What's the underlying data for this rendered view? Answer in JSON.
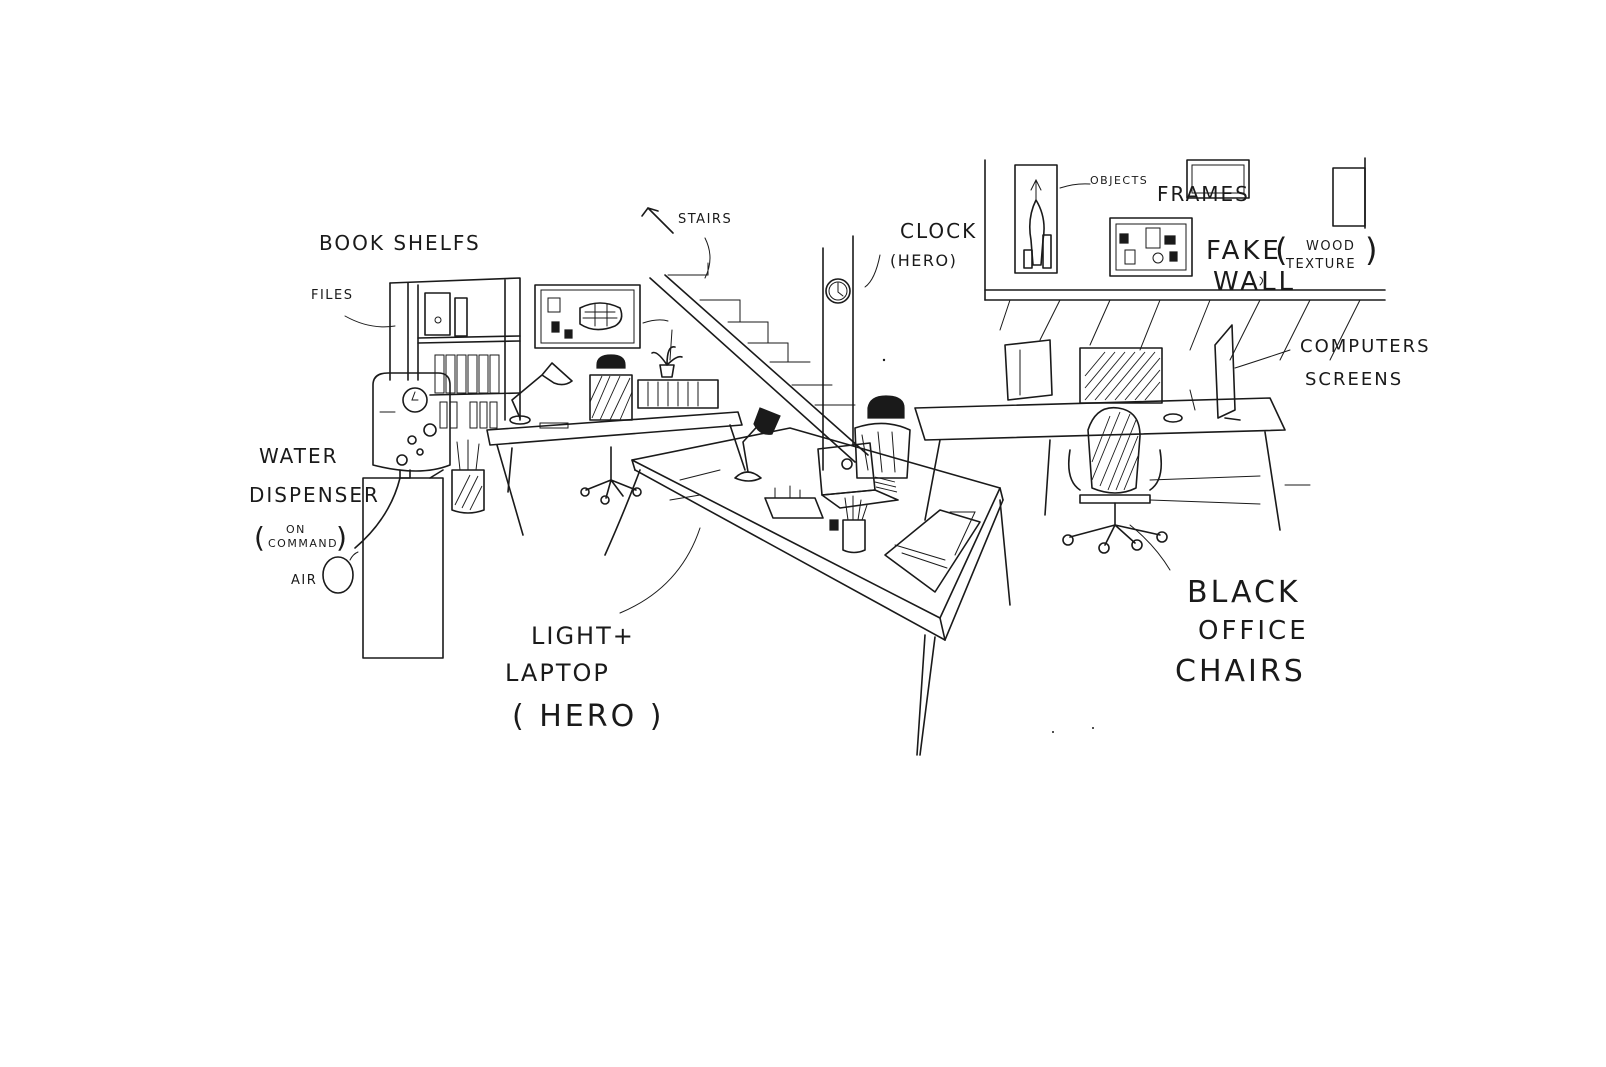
{
  "labels": {
    "book_shelves": "Book shelfs",
    "files": "Files",
    "stairs": "Stairs",
    "clock": "Clock",
    "clock_hero": "(Hero)",
    "objects": "Objects",
    "frames": "Frames",
    "fake_wall": "Fake",
    "fake_wall_2": "Wall",
    "wood_texture_open": "(",
    "wood": "Wood",
    "texture": "Texture",
    "wood_texture_close": ")",
    "computers": "Computers",
    "screens": "Screens",
    "water": "Water",
    "dispenser": "Dispenser",
    "on": "On",
    "command": "Command",
    "air": "Air",
    "light_laptop": "Light+",
    "laptop": "Laptop",
    "hero": "( Hero )",
    "black": "Black",
    "office": "Office",
    "chairs": "Chairs"
  }
}
